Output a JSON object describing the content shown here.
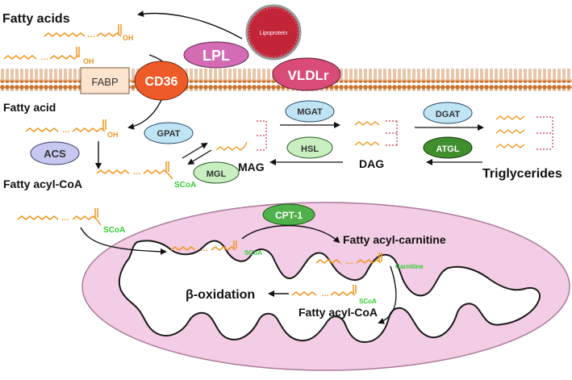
{
  "labels": {
    "fatty_acids": "Fatty acids",
    "fatty_acid": "Fatty acid",
    "fatty_acyl_coa": "Fatty acyl-CoA",
    "mag": "MAG",
    "dag": "DAG",
    "triglycerides": "Triglycerides",
    "fatty_acyl_carnitine": "Fatty acyl-carnitine",
    "beta_oxidation": "β-oxidation",
    "fatty_acyl_coa_mito": "Fatty acyl-CoA",
    "lipoprotein": "Lipoprotein",
    "oh": "OH",
    "scoa": "SCoA",
    "carnitine": "Carnitine"
  },
  "proteins": {
    "lpl": "LPL",
    "vldlr": "VLDLr",
    "fabp": "FABP",
    "cd36": "CD36",
    "cpt1": "CPT-1"
  },
  "enzymes": {
    "acs": "ACS",
    "gpat": "GPAT",
    "mgl": "MGL",
    "mgat": "MGAT",
    "hsl": "HSL",
    "dgat": "DGAT",
    "atgl": "ATGL"
  },
  "colors": {
    "chain": "#f0961e",
    "membrane": "#c8702a",
    "lpl": "#d36bb5",
    "vldlr": "#d94c78",
    "fabp": "#fde4cf",
    "cd36": "#ee5a28",
    "lipoprotein": "#c22438",
    "acs": "#c6c8f0",
    "blue_enzyme": "#bfe4f4",
    "green_enzyme": "#3f8f2d",
    "light_green_enzyme": "#c9eec0",
    "cpt1": "#4fb14a",
    "mito": "#f3cce6",
    "scoa": "#33cc33",
    "glycerol": "#cc3344"
  }
}
